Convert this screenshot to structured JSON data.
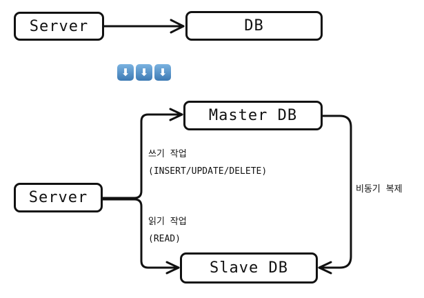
{
  "top": {
    "server_label": "Server",
    "db_label": "DB"
  },
  "divider": {
    "arrows": [
      "⬇",
      "⬇",
      "⬇"
    ]
  },
  "bottom": {
    "server_label": "Server",
    "master_label": "Master DB",
    "slave_label": "Slave DB",
    "write_title": "쓰기 작업",
    "write_detail": "(INSERT/UPDATE/DELETE)",
    "read_title": "읽기 작업",
    "read_detail": "(READ)",
    "replication_label": "비동기 복제"
  },
  "colors": {
    "stroke": "#111111",
    "arrow_tile": "#4f8ec6"
  },
  "icons": {
    "divider_arrow": "down-arrow-icon"
  }
}
